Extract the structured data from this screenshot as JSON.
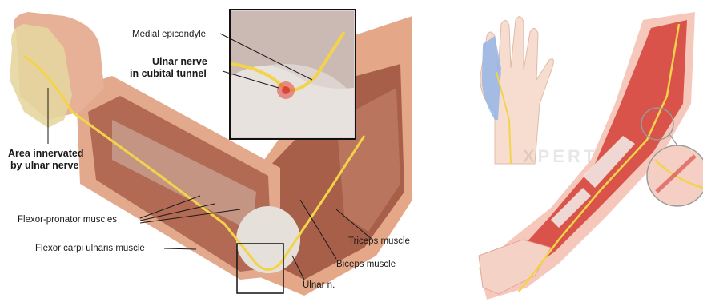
{
  "left_panel": {
    "labels": {
      "medial_epicondyle": "Medial epicondyle",
      "ulnar_nerve_line1": "Ulnar nerve",
      "ulnar_nerve_line2": "in cubital tunnel",
      "area_line1": "Area innervated",
      "area_line2": "by ulnar nerve",
      "flexor_pronator": "Flexor-pronator muscles",
      "flexor_carpi": "Flexor carpi ulnaris muscle",
      "triceps": "Triceps muscle",
      "biceps": "Biceps muscle",
      "ulnar_n": "Ulnar n."
    }
  },
  "right_panel": {
    "watermark": "XPERT"
  },
  "colors": {
    "skin": "#e9b99e",
    "muscle": "#b96a55",
    "tendon": "#e8e3df",
    "nerve": "#f2d34a",
    "innervated_area": "#e9d9a8",
    "highlight_blue": "#8fb3e8",
    "label_text": "#1a1a1a"
  }
}
